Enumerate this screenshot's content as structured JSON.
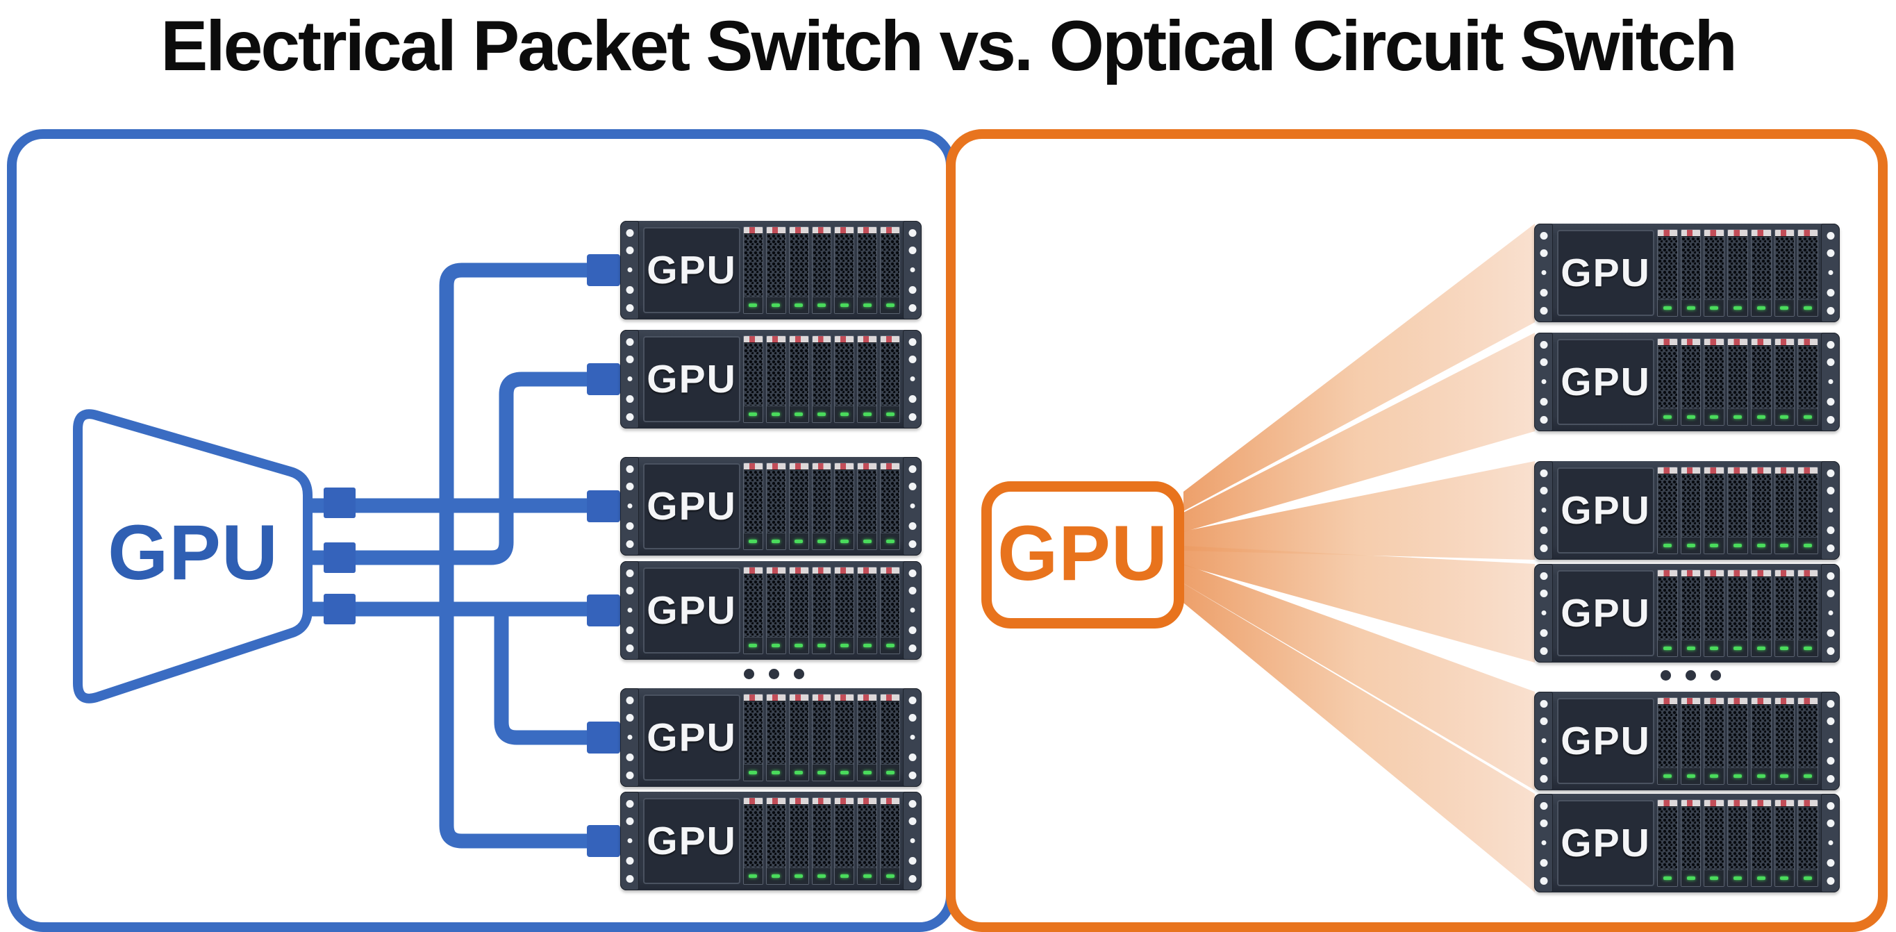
{
  "title": "Electrical Packet Switch vs. Optical Circuit Switch",
  "colors": {
    "electrical_accent": "#3A6CC2",
    "electrical_text": "#2F5FB3",
    "optical_accent": "#E8731D",
    "beam_near": "#EC9B63",
    "beam_far": "#F9E0CF",
    "rack_body": "#2E3542",
    "rack_label_text": "#F4F5F7",
    "led_green": "#4ADB5C",
    "title_color": "#0C0C0C"
  },
  "left_panel": {
    "kind": "electrical-packet-switch",
    "switch_label": "GPU",
    "ellipsis": "• • •",
    "racks": [
      {
        "label": "GPU"
      },
      {
        "label": "GPU"
      },
      {
        "label": "GPU"
      },
      {
        "label": "GPU"
      },
      {
        "label": "GPU"
      },
      {
        "label": "GPU"
      }
    ]
  },
  "right_panel": {
    "kind": "optical-circuit-switch",
    "switch_label": "GPU",
    "ellipsis": "• • •",
    "racks": [
      {
        "label": "GPU"
      },
      {
        "label": "GPU"
      },
      {
        "label": "GPU"
      },
      {
        "label": "GPU"
      },
      {
        "label": "GPU"
      },
      {
        "label": "GPU"
      }
    ]
  }
}
